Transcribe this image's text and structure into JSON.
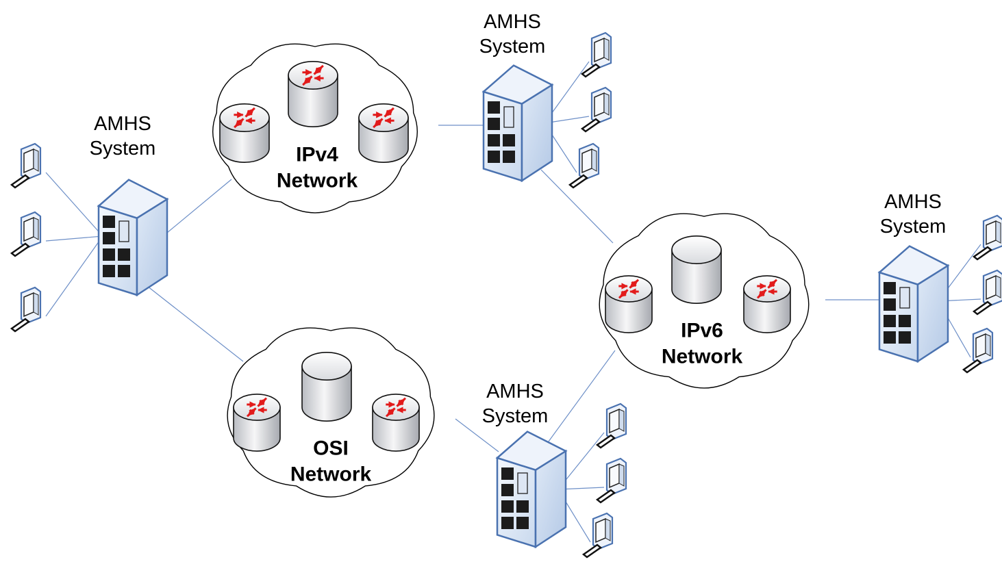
{
  "systems": [
    {
      "id": "left",
      "label_line1": "AMHS",
      "label_line2": "System"
    },
    {
      "id": "top",
      "label_line1": "AMHS",
      "label_line2": "System"
    },
    {
      "id": "bottom",
      "label_line1": "AMHS",
      "label_line2": "System"
    },
    {
      "id": "right",
      "label_line1": "AMHS",
      "label_line2": "System"
    }
  ],
  "networks": [
    {
      "id": "ipv4",
      "label_line1": "IPv4",
      "label_line2": "Network",
      "routers": 3,
      "has_database": false
    },
    {
      "id": "osi",
      "label_line1": "OSI",
      "label_line2": "Network",
      "routers": 2,
      "has_database": true
    },
    {
      "id": "ipv6",
      "label_line1": "IPv6",
      "label_line2": "Network",
      "routers": 2,
      "has_database": true
    }
  ],
  "links": [
    {
      "from": "left",
      "to": "ipv4"
    },
    {
      "from": "left",
      "to": "osi"
    },
    {
      "from": "ipv4",
      "to": "top"
    },
    {
      "from": "top",
      "to": "ipv6"
    },
    {
      "from": "osi",
      "to": "bottom"
    },
    {
      "from": "bottom",
      "to": "ipv6"
    },
    {
      "from": "ipv6",
      "to": "right"
    }
  ],
  "workstations_per_system": 3,
  "icons": {
    "server": "server-icon",
    "router": "router-icon",
    "database": "database-icon",
    "workstation": "workstation-icon",
    "cloud": "cloud-icon"
  },
  "colors": {
    "line": "#6d8fc7",
    "outline": "#4a72b0",
    "router_arrow": "#e21b1b",
    "server_face": "#e2ecf8",
    "server_slot": "#1c1c1c"
  }
}
